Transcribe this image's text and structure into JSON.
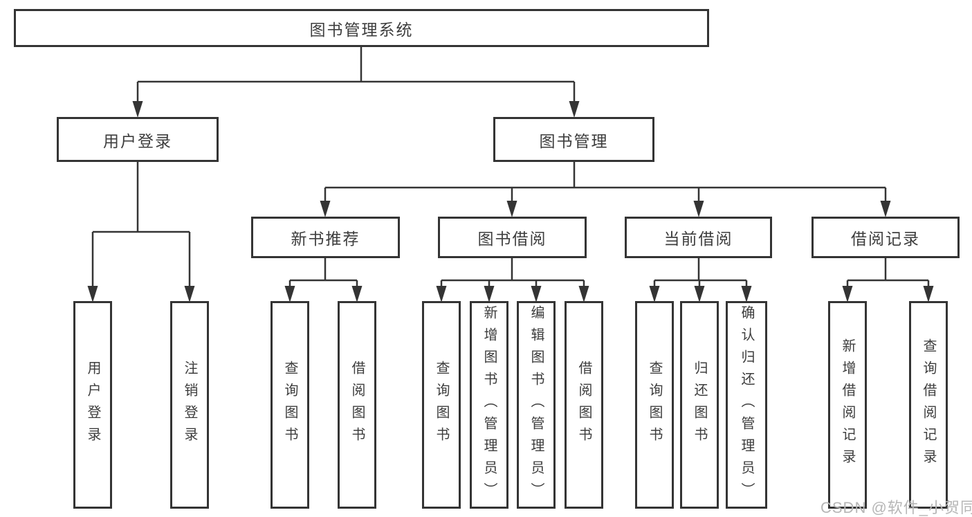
{
  "diagram": {
    "root": {
      "label": "图书管理系统"
    },
    "branches": [
      {
        "label": "用户登录",
        "children": [
          {
            "label": "用户登录"
          },
          {
            "label": "注销登录"
          }
        ]
      },
      {
        "label": "图书管理",
        "children": [
          {
            "label": "新书推荐",
            "children": [
              {
                "label": "查询图书"
              },
              {
                "label": "借阅图书"
              }
            ]
          },
          {
            "label": "图书借阅",
            "children": [
              {
                "label": "查询图书"
              },
              {
                "label": "新增图书（管理员）"
              },
              {
                "label": "编辑图书（管理员）"
              },
              {
                "label": "借阅图书"
              }
            ]
          },
          {
            "label": "当前借阅",
            "children": [
              {
                "label": "查询图书"
              },
              {
                "label": "归还图书"
              },
              {
                "label": "确认归还（管理员）"
              }
            ]
          },
          {
            "label": "借阅记录",
            "children": [
              {
                "label": "新增借阅记录"
              },
              {
                "label": "查询借阅记录"
              }
            ]
          }
        ]
      }
    ]
  },
  "watermark": {
    "text": "CSDN @软件_小贺同学"
  },
  "colors": {
    "line": "#343434",
    "text": "#3d3d3d",
    "watermark": "#b6b6b6",
    "background": "#ffffff"
  }
}
